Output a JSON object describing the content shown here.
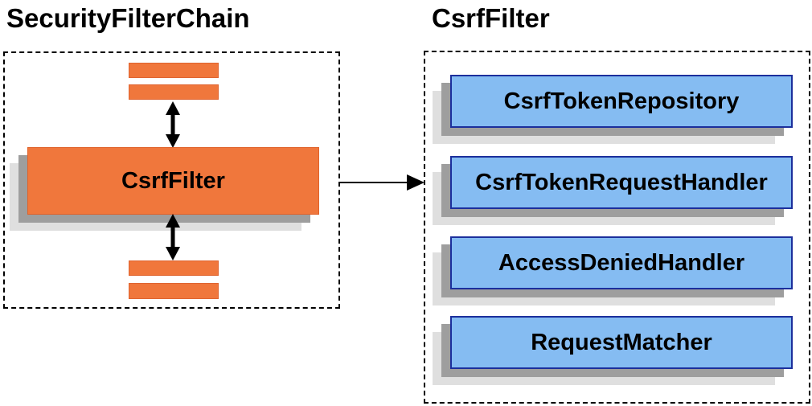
{
  "left_panel": {
    "title": "SecurityFilterChain",
    "csrf_filter_label": "CsrfFilter"
  },
  "right_panel": {
    "title": "CsrfFilter",
    "components": [
      {
        "label": "CsrfTokenRepository"
      },
      {
        "label": "CsrfTokenRequestHandler"
      },
      {
        "label": "AccessDeniedHandler"
      },
      {
        "label": "RequestMatcher"
      }
    ]
  },
  "icons": {
    "vertical_arrows": "up-down-arrow-icon",
    "horizontal_arrow": "right-arrow-icon"
  },
  "colors": {
    "orange_fill": "#F0773C",
    "orange_border": "#DF6430",
    "blue_fill": "#85BCF2",
    "blue_border": "#1C2F9C",
    "shadow_dark": "#9E9E9E",
    "shadow_light": "#DFDFDF",
    "line": "#000000",
    "background": "#FFFFFF"
  }
}
